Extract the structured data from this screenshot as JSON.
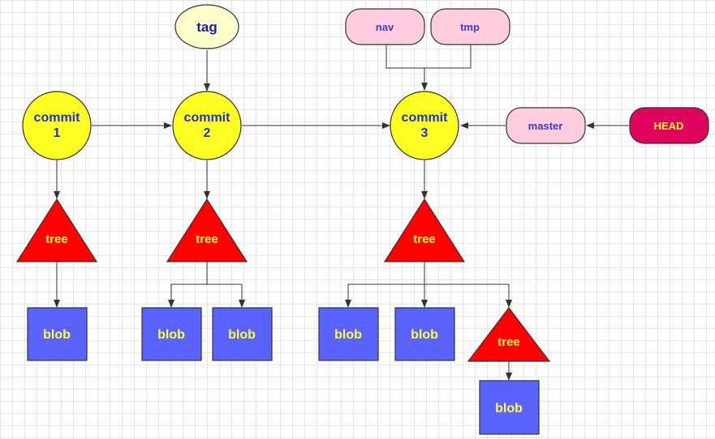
{
  "colors": {
    "commit_fill": "#ffff22",
    "commit_text": "#1c32c8",
    "tree_fill": "#ff0000",
    "tree_text": "#ffff33",
    "blob_fill": "#5b63ff",
    "blob_text": "#ffff33",
    "tag_fill": "#ffffcc",
    "tag_text": "#1a1ab8",
    "branch_fill": "#ffcce0",
    "branch_text": "#3a3acc",
    "head_fill": "#e0045e",
    "head_text": "#ffff33",
    "edge": "#333333"
  },
  "commits": [
    {
      "line1": "commit",
      "line2": "1"
    },
    {
      "line1": "commit",
      "line2": "2"
    },
    {
      "line1": "commit",
      "line2": "3"
    }
  ],
  "tag": {
    "label": "tag"
  },
  "branches": {
    "nav": "nav",
    "tmp": "tmp",
    "master": "master"
  },
  "head": {
    "label": "HEAD"
  },
  "trees": [
    "tree",
    "tree",
    "tree",
    "tree"
  ],
  "blobs": [
    "blob",
    "blob",
    "blob",
    "blob",
    "blob",
    "blob"
  ]
}
